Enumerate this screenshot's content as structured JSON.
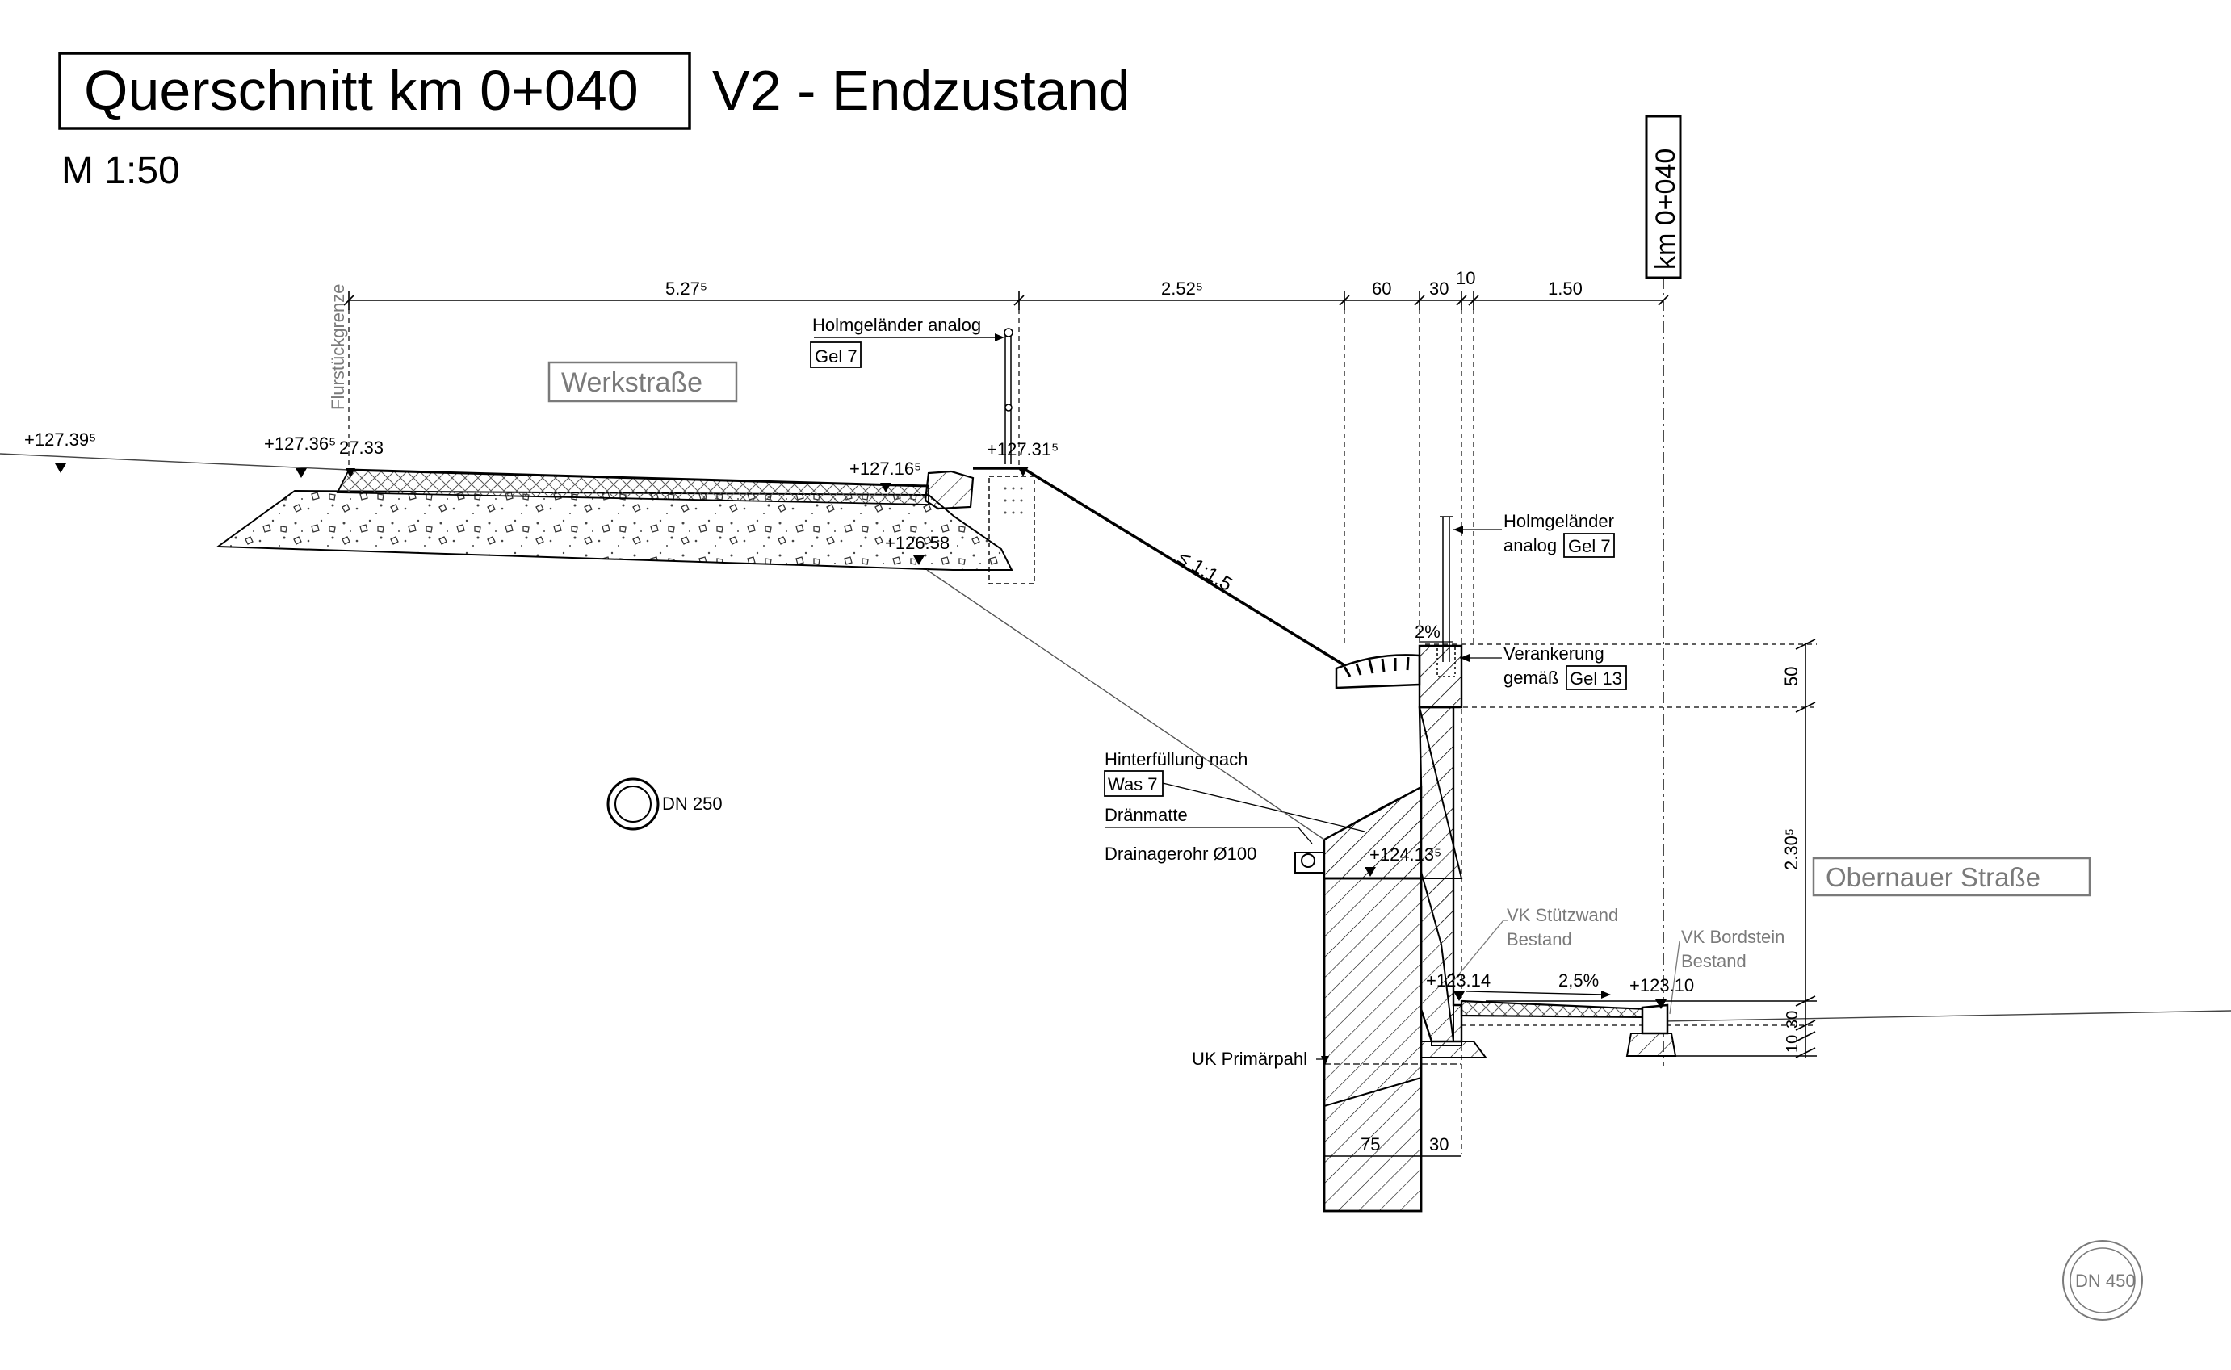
{
  "title": {
    "main": "Querschnitt km 0+040",
    "variant": "V2 - Endzustand",
    "scale": "M 1:50"
  },
  "station_label": "km 0+040",
  "streets": {
    "left": "Werkstraße",
    "right": "Obernauer Straße"
  },
  "property_line": "Flurstückgrenze",
  "dimensions_top": {
    "d1": "5.27⁵",
    "d2": "2.52⁵",
    "d3": "60",
    "d4": "30",
    "d5": "10",
    "d6": "1.50"
  },
  "dimensions_right": {
    "top": "50",
    "middle": "2.30⁵",
    "bottom1": "30",
    "bottom2": "10"
  },
  "dimensions_pile": {
    "left": "75",
    "right": "30"
  },
  "elevations": {
    "e1": "+127.39⁵",
    "e2": "+127.36⁵",
    "e3": "27.33",
    "e4": "+127.16⁵",
    "e5": "+127.31⁵",
    "e6": "+126.58",
    "e7": "+124.13⁵",
    "e8": "+123.14",
    "e9": "+123.10"
  },
  "annotations": {
    "railing_left_label": "Holmgeländer analog",
    "railing_left_ref": "Gel 7",
    "railing_right_line1": "Holmgeländer",
    "railing_right_line2": "analog",
    "railing_right_ref": "Gel 7",
    "anchor_line1": "Verankerung",
    "anchor_line2": "gemäß",
    "anchor_ref": "Gel 13",
    "backfill_line1": "Hinterfüllung nach",
    "backfill_ref": "Was 7",
    "drain_mat": "Dränmatte",
    "drain_pipe": "Drainagerohr Ø100",
    "slope": "≤ 1:1,5",
    "grade_top": "2%",
    "grade_road": "2,5%",
    "pile_bottom": "UK Primärpahl",
    "vk_wall_1": "VK Stützwand",
    "vk_wall_2": "Bestand",
    "vk_curb_1": "VK Bordstein",
    "vk_curb_2": "Bestand"
  },
  "pipes": {
    "dn250": "DN 250",
    "dn450": "DN 450"
  }
}
